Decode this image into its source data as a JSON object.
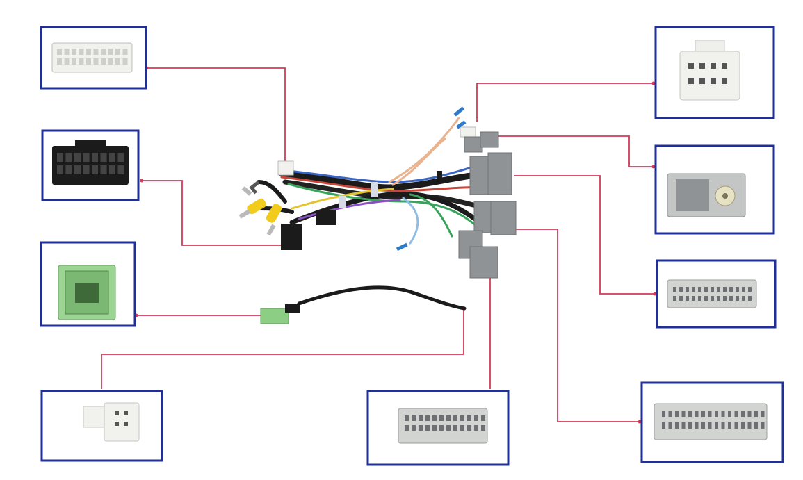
{
  "diagram": {
    "kind": "wiring harness with connector callouts",
    "colors": {
      "frame": "#1f2f99",
      "lead_line": "#d23a58",
      "white_connector": "#f1f1ee",
      "black_connector": "#1b1b1b",
      "green_connector": "#9cd493",
      "gray_connector": "#8f9396"
    },
    "callouts": [
      {
        "name": "white-20-pin-connector",
        "color": "white",
        "connects_to": "harness"
      },
      {
        "name": "black-16-pin-iso-connector",
        "color": "black",
        "connects_to": "harness"
      },
      {
        "name": "green-usb-connector",
        "color": "green",
        "connects_to": "usb-cable"
      },
      {
        "name": "white-small-2x2-connector",
        "color": "white",
        "connects_to": "usb-cable"
      },
      {
        "name": "gray-wide-pin-connector",
        "color": "gray",
        "connects_to": "harness"
      },
      {
        "name": "white-8-pin-connector",
        "color": "white",
        "connects_to": "harness"
      },
      {
        "name": "gray-antenna-connector",
        "color": "gray",
        "connects_to": "harness"
      },
      {
        "name": "gray-24-pin-connector",
        "color": "gray",
        "connects_to": "harness"
      },
      {
        "name": "gray-large-pin-connector",
        "color": "gray",
        "connects_to": "harness"
      }
    ]
  }
}
